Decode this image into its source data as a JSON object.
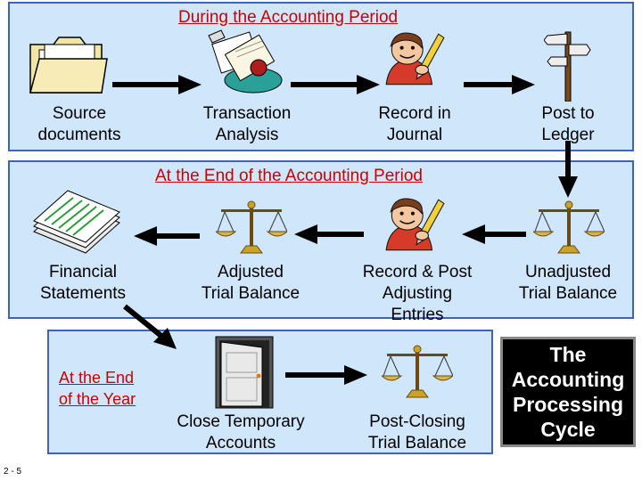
{
  "top": {
    "heading": "During the Accounting Period",
    "steps": [
      {
        "label": "Source\ndocuments",
        "icon": "folder-icon"
      },
      {
        "label": "Transaction\nAnalysis",
        "icon": "documents-icon"
      },
      {
        "label": "Record in\nJournal",
        "icon": "writer-icon"
      },
      {
        "label": "Post to\nLedger",
        "icon": "signpost-icon"
      }
    ]
  },
  "middle": {
    "heading": "At the End of the Accounting Period",
    "steps": [
      {
        "label": "Unadjusted\nTrial Balance",
        "icon": "scale-icon"
      },
      {
        "label": "Record & Post\nAdjusting\nEntries",
        "icon": "writer-icon"
      },
      {
        "label": "Adjusted\nTrial Balance",
        "icon": "scale-icon"
      },
      {
        "label": "Financial\nStatements",
        "icon": "report-stack-icon"
      }
    ]
  },
  "bottom": {
    "heading": "At the End\nof the Year",
    "steps": [
      {
        "label": "Close Temporary\nAccounts",
        "icon": "door-icon"
      },
      {
        "label": "Post-Closing\nTrial Balance",
        "icon": "scale-icon"
      }
    ]
  },
  "title": "The\nAccounting\nProcessing\nCycle",
  "slide_number": "2 - 5",
  "colors": {
    "panel": "#cfe6fb",
    "panel_border": "#3f63b8",
    "heading": "#cc0000",
    "arrow": "#000000"
  }
}
